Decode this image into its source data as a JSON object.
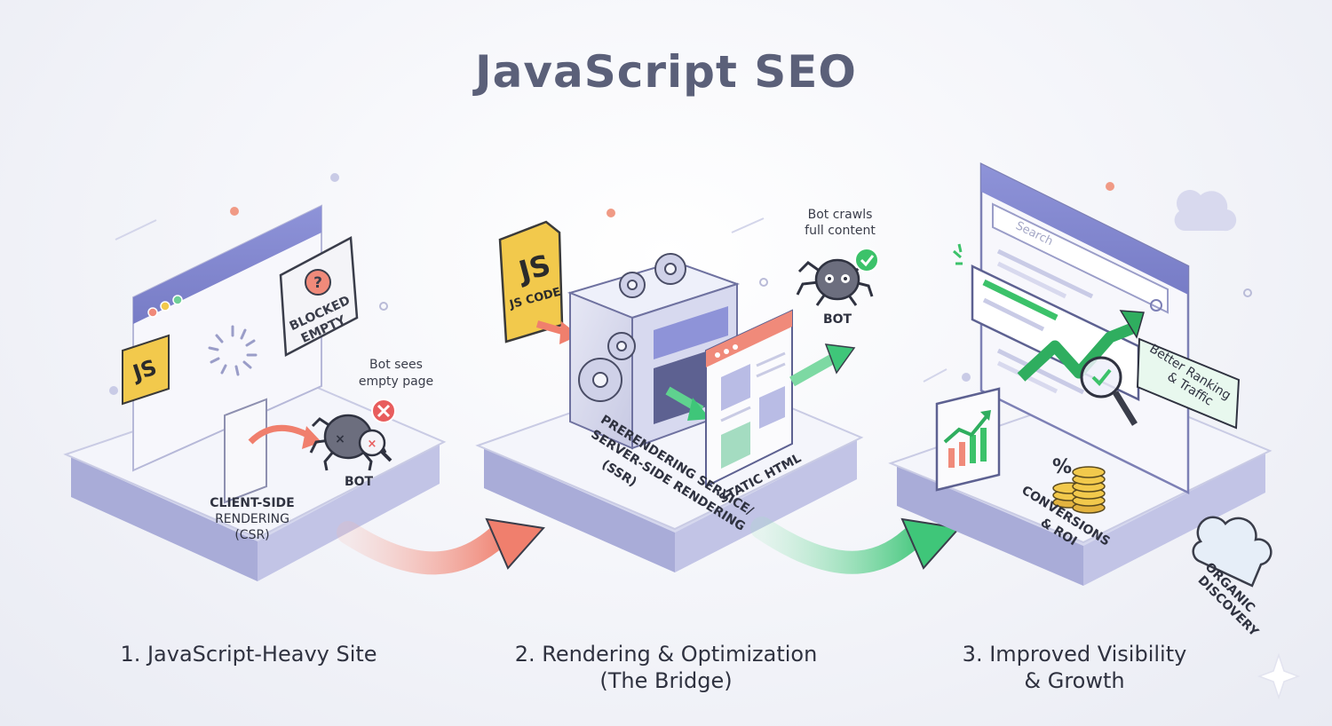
{
  "title": "JavaScript SEO",
  "stage1": {
    "caption": "1. JavaScript-Heavy Site",
    "js_badge": "JS",
    "sign_line1": "BLOCKED",
    "sign_line2": "EMPTY",
    "bot_note_line1": "Bot sees",
    "bot_note_line2": "empty page",
    "bot_label": "BOT",
    "csr_line1": "CLIENT-SIDE",
    "csr_line2": "RENDERING",
    "csr_line3": "(CSR)"
  },
  "stage2": {
    "caption_line1": "2. Rendering & Optimization",
    "caption_line2": "(The Bridge)",
    "js_file_big": "JS",
    "js_file_small": "JS CODE",
    "ssr_line1": "PRERENDERING SERVICE/",
    "ssr_line2": "SERVER-SIDE RENDERING",
    "ssr_line3": "(SSR)",
    "static_html": "STATIC HTML",
    "bot_note_line1": "Bot crawls",
    "bot_note_line2": "full content",
    "bot_label": "BOT"
  },
  "stage3": {
    "caption_line1": "3. Improved Visibility",
    "caption_line2": "& Growth",
    "search_placeholder": "Search",
    "ranking_line1": "Better Ranking",
    "ranking_line2": "& Traffic",
    "percent": "%",
    "conversions_line1": "CONVERSIONS",
    "conversions_line2": "& ROI",
    "organic_line1": "ORGANIC",
    "organic_line2": "DISCOVERY"
  },
  "colors": {
    "accent_purple": "#8a8fd6",
    "js_yellow": "#f2c94c",
    "error_red": "#e85d5d",
    "success_green": "#3cc26a",
    "arrow_red": "#f59a8c",
    "arrow_green": "#5fd28f"
  }
}
